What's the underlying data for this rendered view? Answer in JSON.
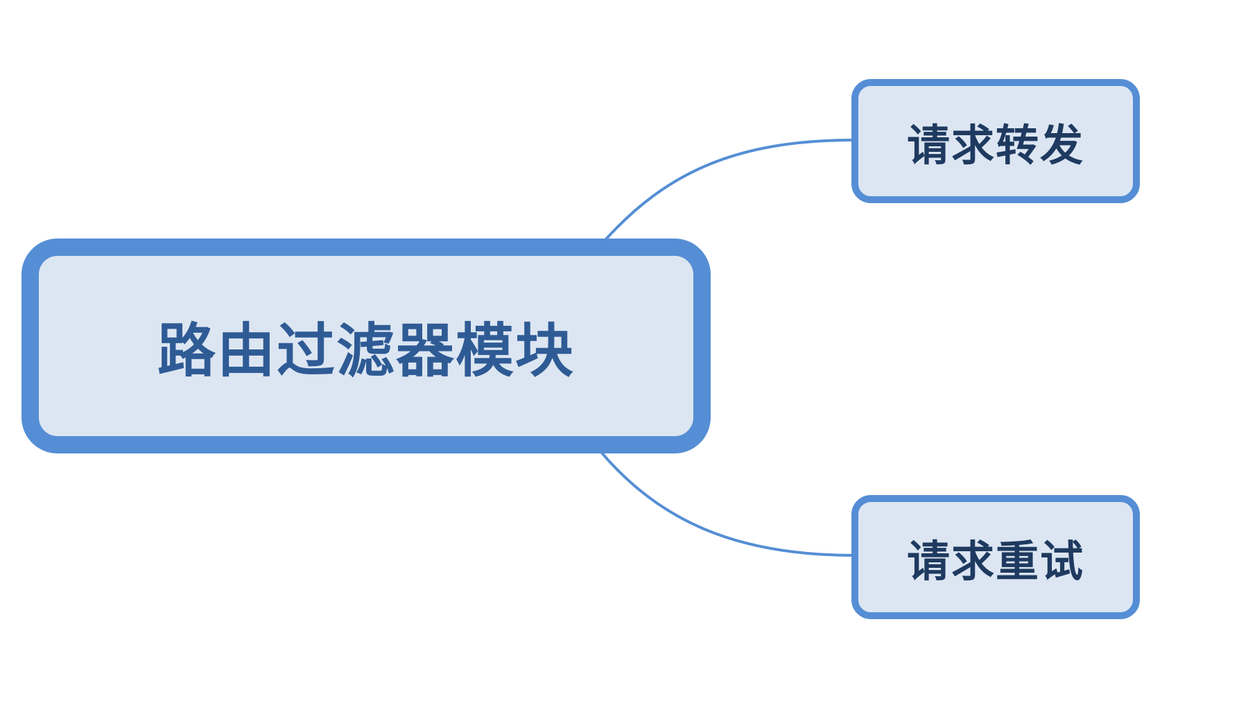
{
  "root": {
    "label": "路由过滤器模块"
  },
  "children": [
    {
      "label": "请求转发"
    },
    {
      "label": "请求重试"
    }
  ],
  "colors": {
    "border": "#558ed5",
    "fill": "#dce6f2",
    "root_text": "#2f5b95",
    "child_text": "#1f3a60"
  }
}
